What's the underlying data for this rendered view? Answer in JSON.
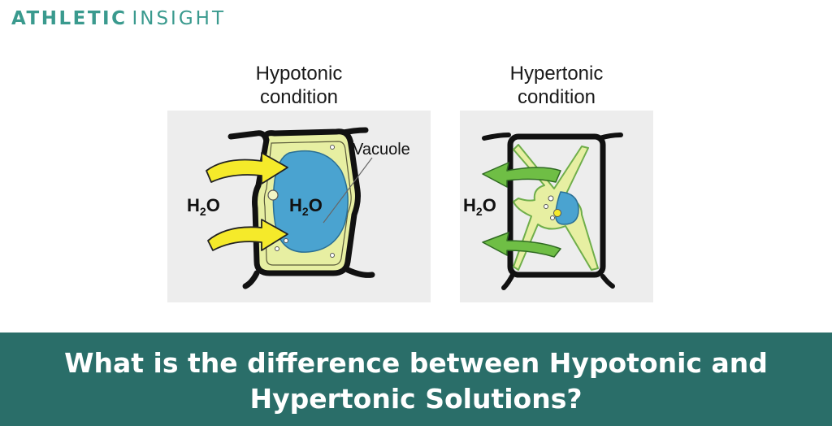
{
  "brand": {
    "part1": "ATHLETIC",
    "part2": "INSIGHT"
  },
  "diagram": {
    "left": {
      "caption_line1": "Hypotonic",
      "caption_line2": "condition",
      "water_outside": "H",
      "water_inside": "H",
      "vacuole_label": "Vacuole"
    },
    "right": {
      "caption_line1": "Hypertonic",
      "caption_line2": "condition",
      "water_outside": "H"
    },
    "subscript": "2",
    "oxygen": "O",
    "colors": {
      "cell_wall": "#111111",
      "cytoplasm": "#e7efa2",
      "vacuole": "#4aa3d0",
      "arrow_in": "#f5ea2a",
      "arrow_out": "#6fbe45"
    }
  },
  "footer": {
    "title_line1": "What is the difference between Hypotonic and",
    "title_line2": "Hypertonic Solutions?",
    "background": "#2a6e69"
  }
}
